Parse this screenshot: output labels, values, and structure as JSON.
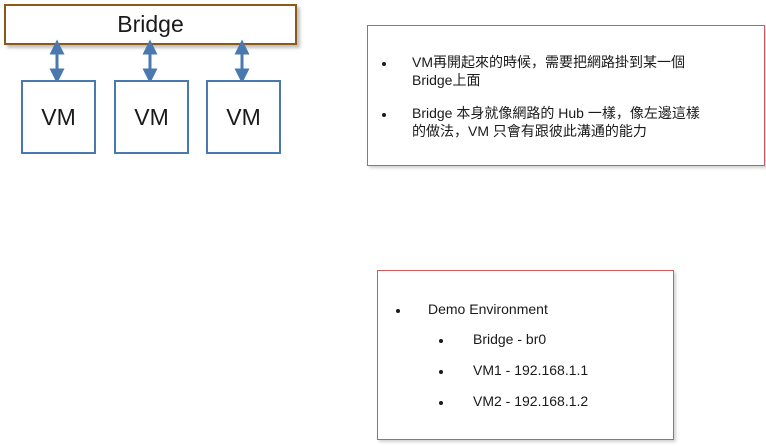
{
  "diagram": {
    "bridge_label": "Bridge",
    "vms": [
      {
        "label": "VM"
      },
      {
        "label": "VM"
      },
      {
        "label": "VM"
      }
    ],
    "colors": {
      "bridge_border": "#8a5a1a",
      "vm_border": "#4a79b0",
      "connector": "#4a79b0"
    }
  },
  "notes": {
    "items": [
      {
        "text": "VM再開起來的時候，需要把網路掛到某一個\nBridge上面"
      },
      {
        "text": "Bridge 本身就像網路的 Hub 一樣，像左邊這樣\n的做法，VM 只會有跟彼此溝通的能力"
      }
    ],
    "border_color": "#d05a5a"
  },
  "demo": {
    "title": "Demo Environment",
    "items": [
      {
        "text": "Bridge - br0"
      },
      {
        "text": "VM1 - 192.168.1.1"
      },
      {
        "text": "VM2 - 192.168.1.2"
      }
    ]
  }
}
